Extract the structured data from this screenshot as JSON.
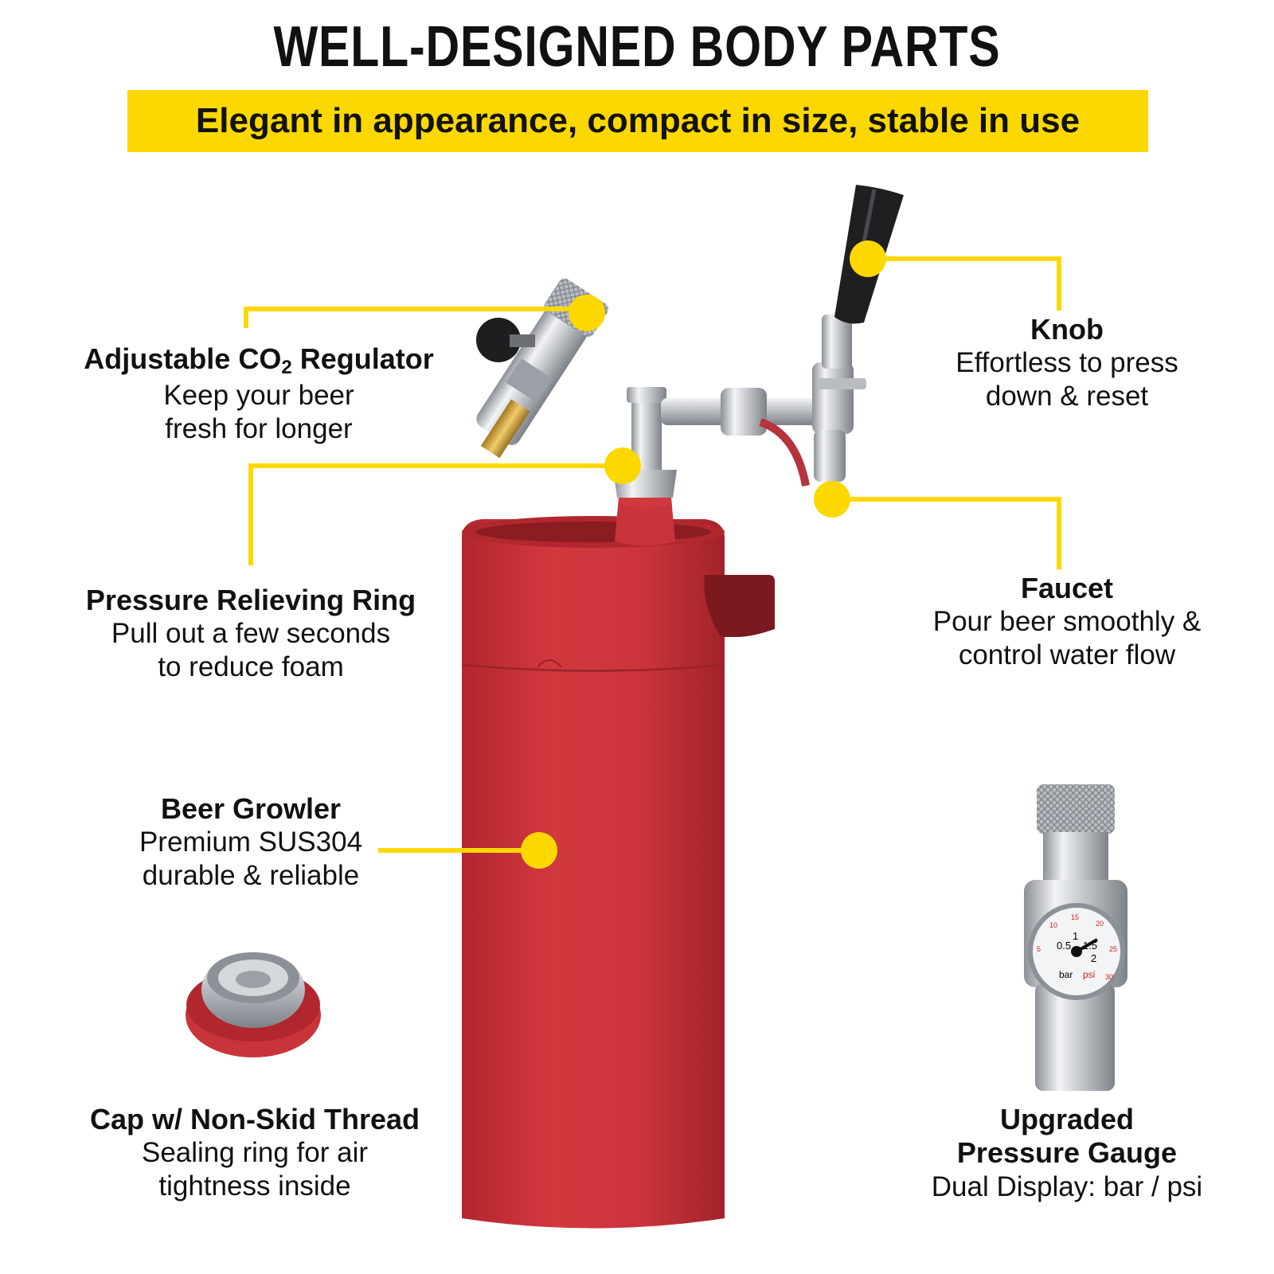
{
  "header": {
    "title": "WELL-DESIGNED BODY PARTS",
    "subtitle": "Elegant in appearance, compact in size, stable in use"
  },
  "colors": {
    "accent": "#fcd800",
    "keg": "#c9343a",
    "steel": "#c0c4c8"
  },
  "callouts": {
    "regulator": {
      "title_pre": "Adjustable CO",
      "title_sub": "2",
      "title_post": " Regulator",
      "line1": "Keep your beer",
      "line2": "fresh for longer"
    },
    "knob": {
      "title": "Knob",
      "line1": "Effortless to press",
      "line2": "down & reset"
    },
    "ring": {
      "title": "Pressure Relieving Ring",
      "line1": "Pull out a few seconds",
      "line2": "to reduce foam"
    },
    "faucet": {
      "title": "Faucet",
      "line1": "Pour beer smoothly &",
      "line2": "control water flow"
    },
    "growler": {
      "title": "Beer Growler",
      "line1": "Premium SUS304",
      "line2": "durable & reliable"
    },
    "cap": {
      "title": "Cap w/ Non-Skid Thread",
      "line1": "Sealing ring for air",
      "line2": "tightness inside"
    },
    "gauge": {
      "title1": "Upgraded",
      "title2": "Pressure Gauge",
      "line1": "Dual Display: bar / psi"
    }
  },
  "gauge_dial": {
    "unit_bar": "bar",
    "unit_psi": "psi",
    "bar_ticks": [
      "0.5",
      "1",
      "1.5",
      "2"
    ],
    "psi_ticks": [
      "5",
      "10",
      "15",
      "20",
      "25",
      "30"
    ]
  }
}
